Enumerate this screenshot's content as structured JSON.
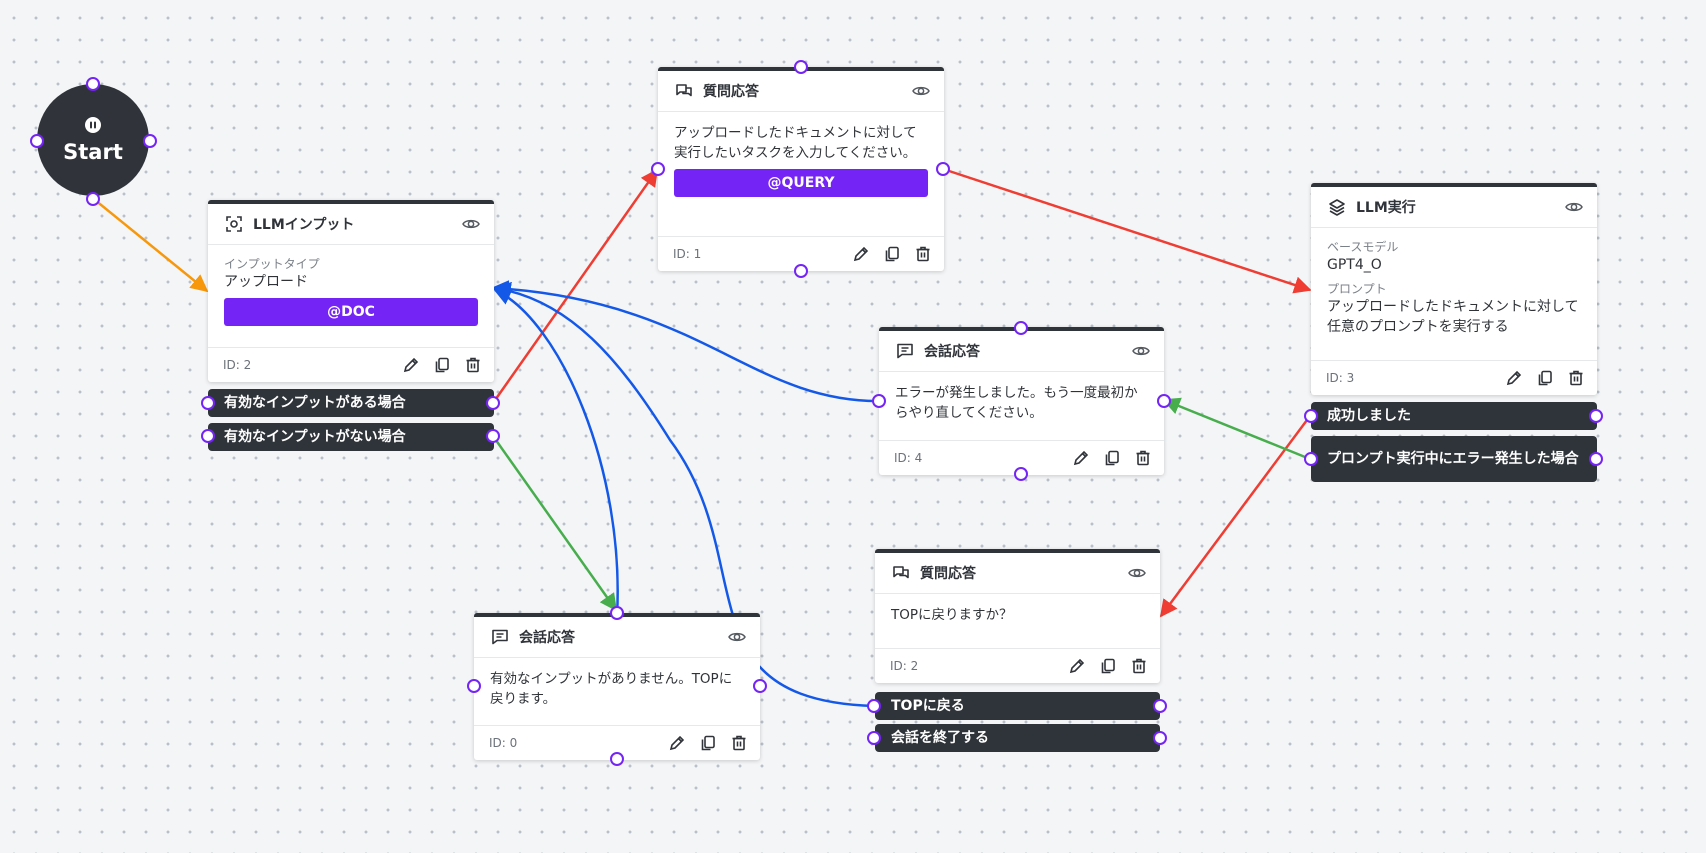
{
  "start": {
    "label": "Start"
  },
  "nodes": {
    "qa1": {
      "title": "質問応答",
      "text": "アップロードしたドキュメントに対して実行したいタスクを入力してください。",
      "variable": "@QUERY",
      "id": "ID: 1"
    },
    "llm_input": {
      "title": "LLMインプット",
      "input_type_label": "インプットタイプ",
      "input_type_value": "アップロード",
      "variable": "@DOC",
      "id": "ID: 2",
      "options": [
        "有効なインプットがある場合",
        "有効なインプットがない場合"
      ]
    },
    "llm_exec": {
      "title": "LLM実行",
      "base_model_label": "ベースモデル",
      "base_model_value": "GPT4_O",
      "prompt_label": "プロンプト",
      "prompt_value": "アップロードしたドキュメントに対して任意のプロンプトを実行する",
      "id": "ID: 3",
      "options": [
        "成功しました",
        "プロンプト実行中にエラー発生した場合"
      ]
    },
    "chat4": {
      "title": "会話応答",
      "text": "エラーが発生しました。もう一度最初からやり直してください。",
      "id": "ID: 4"
    },
    "qa2": {
      "title": "質問応答",
      "text": "TOPに戻りますか？",
      "id": "ID: 2",
      "options": [
        "TOPに戻る",
        "会話を終了する"
      ]
    },
    "chat0": {
      "title": "会話応答",
      "text": "有効なインプットがありません。TOPに戻ります。",
      "id": "ID: 0"
    }
  },
  "icons": {
    "eye": "eye-icon",
    "edit": "pencil-icon",
    "copy": "copy-icon",
    "delete": "trash-icon",
    "qa": "chat-bubbles-icon",
    "chat": "message-square-icon",
    "scan": "scan-icon",
    "layers": "layers-icon",
    "start": "record-icon"
  },
  "colors": {
    "accent": "#7524f6",
    "node_border": "#2f343a",
    "edge_default": "#1458e8",
    "edge_success": "#ef3d33",
    "edge_alt": "#47ad4d",
    "edge_start": "#f7980c"
  }
}
